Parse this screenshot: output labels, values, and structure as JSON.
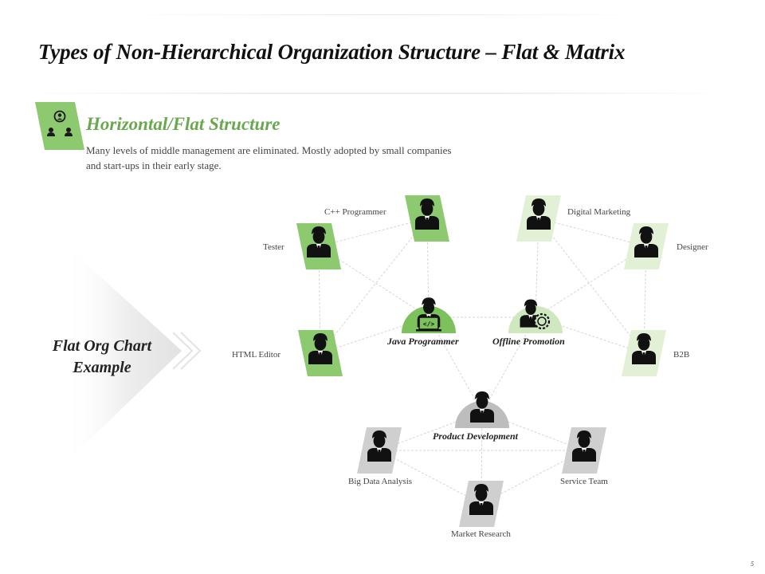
{
  "slide": {
    "title": "Types of Non-Hierarchical Organization Structure – Flat & Matrix",
    "page_number": "5"
  },
  "section": {
    "heading": "Horizontal/Flat Structure",
    "description": "Many levels of middle management are eliminated. Mostly adopted by small companies and start-ups in their early stage.",
    "badge_icon": "team-icon"
  },
  "example": {
    "label_line1": "Flat Org Chart",
    "label_line2": "Example"
  },
  "colors": {
    "accent_green": "#6aa84f",
    "strong_green": "#8dc96f",
    "light_green": "#e2f1d5",
    "hub_green": "#7cc15c",
    "hub_light_green": "#cfe8bf",
    "grey": "#cfcfcf",
    "hub_grey": "#bdbdbd",
    "line": "#d6d6d6"
  },
  "nodes": {
    "cpp_programmer": {
      "label": "C++ Programmer",
      "icon": "businessman-icon"
    },
    "tester": {
      "label": "Tester",
      "icon": "businessman-icon"
    },
    "html_editor": {
      "label": "HTML Editor",
      "icon": "businessman-icon"
    },
    "digital_marketing": {
      "label": "Digital Marketing",
      "icon": "businessman-icon"
    },
    "designer": {
      "label": "Designer",
      "icon": "businessman-icon"
    },
    "b2b": {
      "label": "B2B",
      "icon": "businessman-icon"
    },
    "big_data_analysis": {
      "label": "Big Data Analysis",
      "icon": "businessman-icon"
    },
    "service_team": {
      "label": "Service Team",
      "icon": "businessman-icon"
    },
    "market_research": {
      "label": "Market Research",
      "icon": "businessman-icon"
    }
  },
  "hubs": {
    "java_programmer": {
      "label": "Java Programmer",
      "icon": "programmer-icon"
    },
    "offline_promotion": {
      "label": "Offline Promotion",
      "icon": "promoter-icon"
    },
    "product_development": {
      "label": "Product Development",
      "icon": "manager-icon"
    }
  }
}
